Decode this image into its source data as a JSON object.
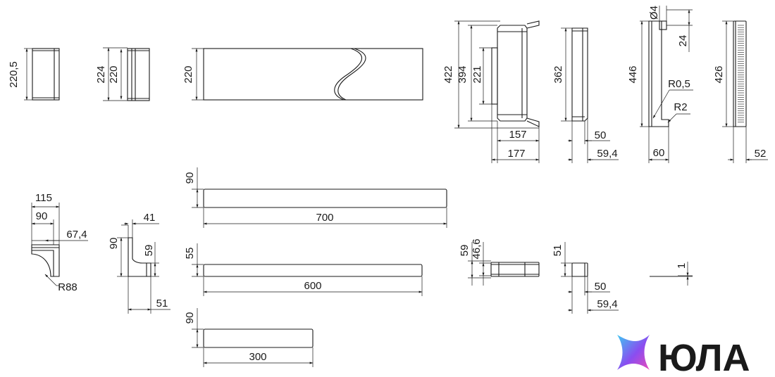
{
  "dims": {
    "d1": "220,5",
    "d2a": "224",
    "d2b": "220",
    "d3": "220",
    "d4a": "422",
    "d4b": "394",
    "d4c": "221",
    "d4d": "157",
    "d4e": "177",
    "d5a": "362",
    "d5b": "50",
    "d5c": "59,4",
    "d6a": "Ø4",
    "d6b": "24",
    "d6c": "446",
    "d6d": "R0,5",
    "d6e": "R2",
    "d6f": "60",
    "d7a": "426",
    "d7b": "52",
    "d8a": "115",
    "d8b": "90",
    "d8c": "67,4",
    "d8d": "R88",
    "d9a": "41",
    "d9b": "90",
    "d9c": "59",
    "d9d": "51",
    "d10a": "90",
    "d10b": "700",
    "d11a": "55",
    "d11b": "600",
    "d12a": "90",
    "d12b": "300",
    "d13a": "59",
    "d13b": "46,6",
    "d14a": "51",
    "d14b": "50",
    "d14c": "59,4",
    "d15": "1"
  },
  "brand": {
    "name": "ЮЛА",
    "color_a": "#3ec6f2",
    "color_b": "#8a4df0",
    "color_c": "#e84bb9"
  }
}
